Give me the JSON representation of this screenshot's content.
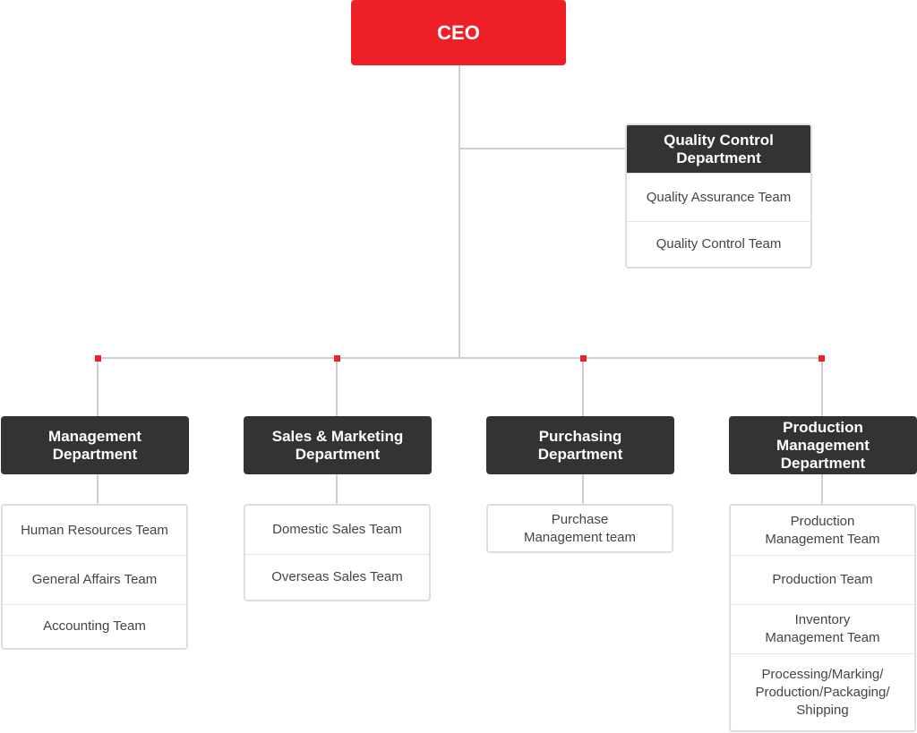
{
  "ceo": {
    "label": "CEO"
  },
  "quality_control": {
    "title": "Quality Control\nDepartment",
    "teams": [
      "Quality Assurance Team",
      "Quality Control Team"
    ]
  },
  "departments": [
    {
      "title": "Management\nDepartment",
      "teams": [
        "Human Resources Team",
        "General Affairs Team",
        "Accounting Team"
      ]
    },
    {
      "title": "Sales & Marketing\nDepartment",
      "teams": [
        "Domestic Sales Team",
        "Overseas Sales Team"
      ]
    },
    {
      "title": "Purchasing\nDepartment",
      "teams": [
        "Purchase\nManagement team"
      ]
    },
    {
      "title": "Production\nManagement\nDepartment",
      "teams": [
        "Production\nManagement Team",
        "Production Team",
        "Inventory\nManagement Team",
        "Processing/Marking/\nProduction/Packaging/\nShipping"
      ]
    }
  ],
  "colors": {
    "ceo": "#ee2027",
    "department": "#333333",
    "connector": "#cfcfcf",
    "node_dot": "#e8232a"
  }
}
